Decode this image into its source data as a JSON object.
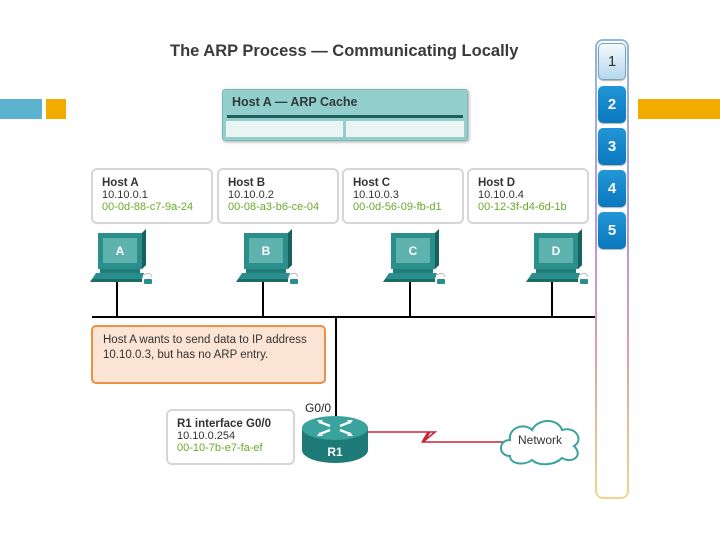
{
  "title": "The ARP Process — Communicating Locally",
  "arp_cache": {
    "title": "Host A — ARP Cache",
    "entries": [
      [
        "",
        ""
      ]
    ]
  },
  "hosts": [
    {
      "name": "Host A",
      "ip": "10.10.0.1",
      "mac": "00-0d-88-c7-9a-24",
      "label": "A"
    },
    {
      "name": "Host B",
      "ip": "10.10.0.2",
      "mac": "00-08-a3-b6-ce-04",
      "label": "B"
    },
    {
      "name": "Host C",
      "ip": "10.10.0.3",
      "mac": "00-0d-56-09-fb-d1",
      "label": "C"
    },
    {
      "name": "Host D",
      "ip": "10.10.0.4",
      "mac": "00-12-3f-d4-6d-1b",
      "label": "D"
    }
  ],
  "note": "Host A wants to send data to IP address 10.10.0.3, but has no ARP entry.",
  "router": {
    "interface_label": "G0/0",
    "name": "R1",
    "info_title": "R1 interface G0/0",
    "ip": "10.10.0.254",
    "mac": "00-10-7b-e7-fa-ef"
  },
  "cloud": {
    "label": "Network"
  },
  "nav": {
    "steps": [
      "1",
      "2",
      "3",
      "4",
      "5"
    ],
    "active": "1"
  },
  "colors": {
    "teal": "#2a8f8b",
    "mac_green": "#6aaa2a",
    "nav_blue": "#0a78bf",
    "accent_orange": "#f0ad00",
    "accent_blue": "#5bb3d0",
    "note_bg": "#fbe4d3",
    "note_border": "#e7914a",
    "serial_red": "#c8243a"
  }
}
